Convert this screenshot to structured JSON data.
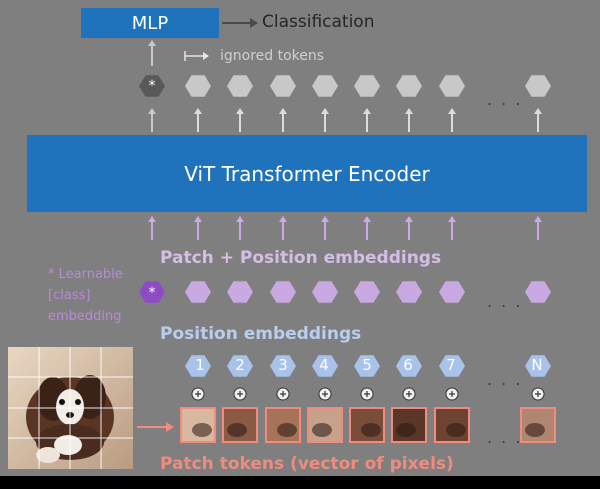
{
  "labels": {
    "mlp": "MLP",
    "classification": "Classification",
    "ignored_tokens": "ignored tokens",
    "encoder": "ViT Transformer Encoder",
    "patch_position": "Patch + Position embeddings",
    "learnable_class": "* Learnable\n[class]\nembedding",
    "position_embeddings": "Position embeddings",
    "patch_tokens": "Patch tokens (vector of pixels)",
    "class_token_star": "*",
    "ellipsis": ". . ."
  },
  "position_numbers": [
    "1",
    "2",
    "3",
    "4",
    "5",
    "6",
    "7",
    "N"
  ],
  "colors": {
    "background": "#7f7f7f",
    "encoder": "#1f73bd",
    "output_token": "#c8c8c8",
    "class_output_token": "#595959",
    "embedding_token": "#c9a9e2",
    "class_embedding_token": "#8e4bc4",
    "position_token": "#a9c2ea",
    "patch_border": "#f08c7f"
  }
}
